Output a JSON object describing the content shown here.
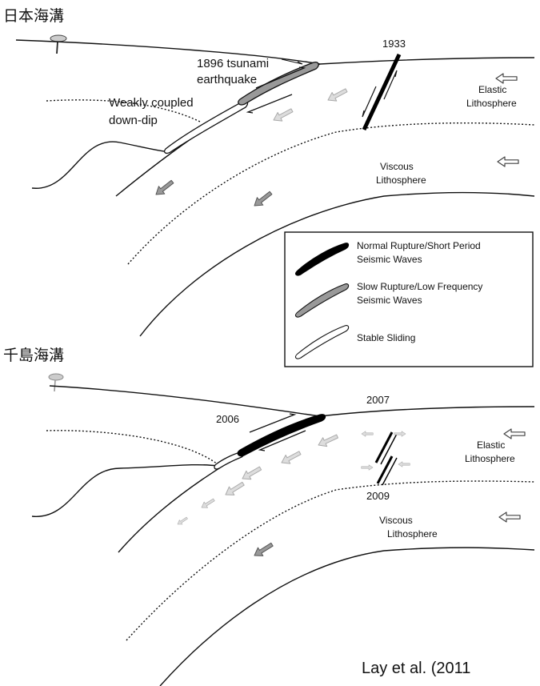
{
  "top_panel": {
    "title": "日本海溝",
    "label_1896_line1": "1896 tsunami",
    "label_1896_line2": "earthquake",
    "label_weak_line1": "Weakly coupled",
    "label_weak_line2": "down-dip",
    "label_1933": "1933",
    "elastic_line1": "Elastic",
    "elastic_line2": "Lithosphere",
    "viscous_line1": "Viscous",
    "viscous_line2": "Lithosphere"
  },
  "legend": {
    "items": [
      {
        "line1": "Normal Rupture/Short Period",
        "line2": "Seismic Waves",
        "fill": "#000000"
      },
      {
        "line1": "Slow Rupture/Low Frequency",
        "line2": "Seismic Waves",
        "fill": "#999999"
      },
      {
        "line1": "Stable Sliding",
        "line2": "",
        "fill": "#ffffff"
      }
    ]
  },
  "bottom_panel": {
    "title": "千島海溝",
    "label_2006": "2006",
    "label_2007": "2007",
    "label_2009": "2009",
    "elastic_line1": "Elastic",
    "elastic_line2": "Lithosphere",
    "viscous_line1": "Viscous",
    "viscous_line2": "Lithosphere"
  },
  "citation": "Lay et al. (2011"
}
